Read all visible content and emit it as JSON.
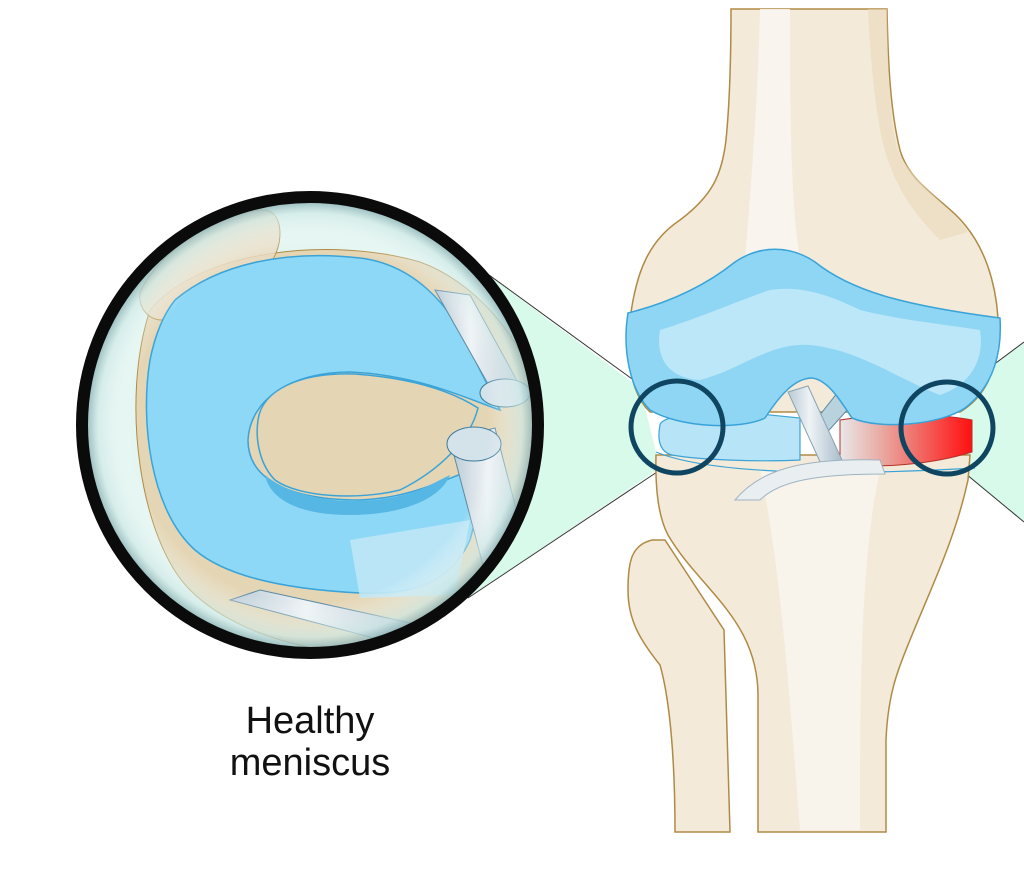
{
  "figure": {
    "caption_line1": "Healthy",
    "caption_line2": "meniscus",
    "subject": "Knee joint anterior view with zoomed inset of healthy meniscus and torn (red) meniscus highlight",
    "colors": {
      "bone_fill": "#f3ead9",
      "bone_light": "#f9f6f0",
      "bone_shadow": "#ead9bb",
      "bone_outline": "#b08a45",
      "cartilage_blue": "#8fd6f4",
      "cartilage_light": "#c7ebf9",
      "cartilage_outline": "#3aa3d8",
      "meniscus_blue": "#8fd8f6",
      "meniscus_dark": "#56b6e4",
      "ligament": "#d0dde6",
      "tear_red": "#f01c1c",
      "zoom_wedge": "#d8faea",
      "magnifier_ring": "#0b0b0b",
      "marker_ring": "#0f4560",
      "plateau_tan": "#e4d5b4"
    },
    "elements": [
      {
        "name": "femur"
      },
      {
        "name": "tibia"
      },
      {
        "name": "fibula"
      },
      {
        "name": "articular-cartilage"
      },
      {
        "name": "medial-meniscus"
      },
      {
        "name": "lateral-meniscus-tear"
      },
      {
        "name": "cruciate-ligaments"
      },
      {
        "name": "magnifier-inset"
      },
      {
        "name": "left-marker-circle"
      },
      {
        "name": "right-marker-circle"
      }
    ]
  }
}
